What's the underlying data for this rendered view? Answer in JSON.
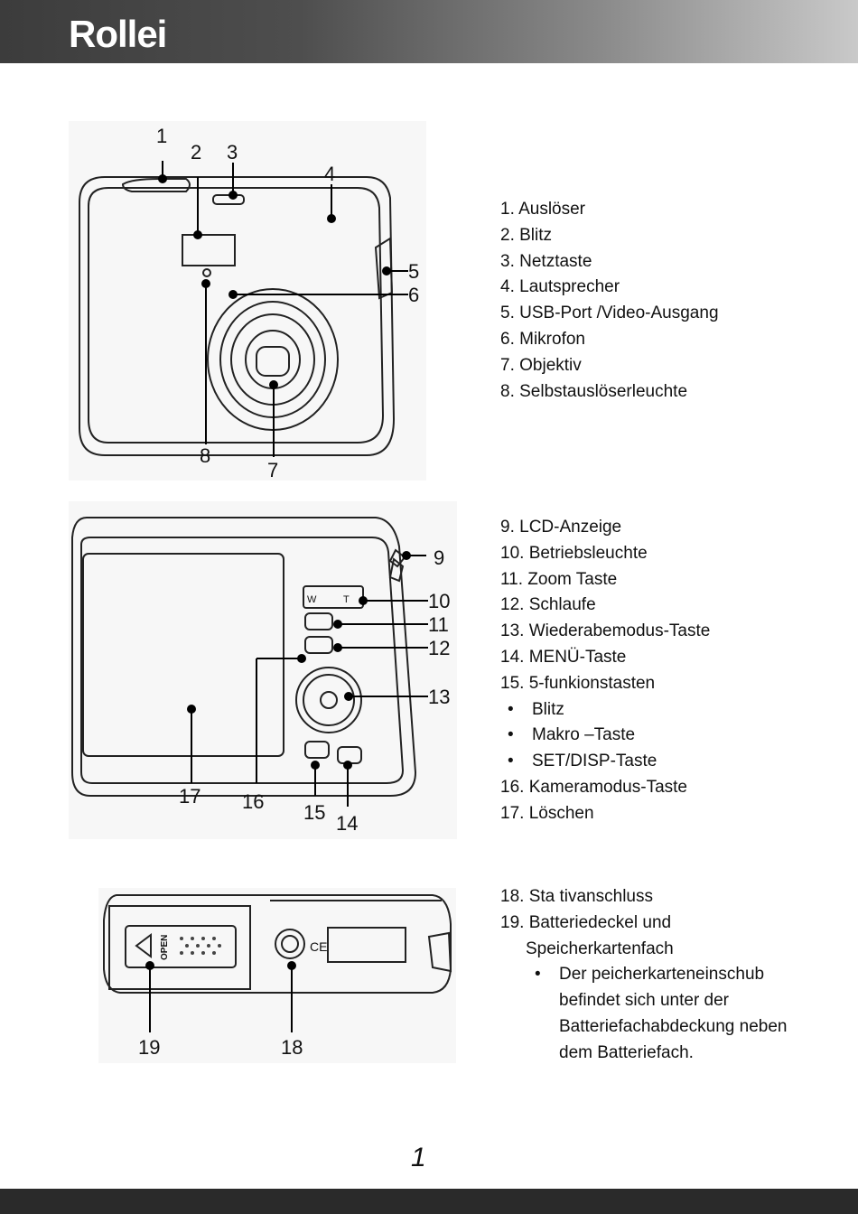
{
  "header": {
    "brand": "Rollei"
  },
  "figure1": {
    "callouts": [
      "1",
      "2",
      "3",
      "4",
      "5",
      "6",
      "7",
      "8"
    ]
  },
  "figure2": {
    "callouts": [
      "9",
      "10",
      "11",
      "12",
      "13",
      "14",
      "15",
      "16",
      "17"
    ],
    "zoom_w": "W",
    "zoom_t": "T"
  },
  "figure3": {
    "callouts": [
      "18",
      "19"
    ],
    "open_label": "OPEN",
    "ce_mark": "CE"
  },
  "list1": [
    "1. Auslöser",
    "2. Blitz",
    "3. Netztaste",
    "4. Lautsprecher",
    "5. USB-Port /Video-Ausgang",
    "6. Mikrofon",
    "7. Objektiv",
    "8. Selbstauslöserleuchte"
  ],
  "list2": [
    "9. LCD-Anzeige",
    "10. Betriebsleuchte",
    "11. Zoom Taste",
    "12. Schlaufe",
    "13. Wiederabemodus-Taste",
    "14. MENÜ-Taste",
    "15. 5-funkionstasten",
    "Blitz",
    "Makro –Taste",
    "SET/DISP-Taste",
    "16. Kameramodus-Taste",
    "17. Löschen"
  ],
  "list3": [
    "18. Sta tivanschluss",
    "19. Batteriedeckel und",
    "Speicherkartenfach",
    "Der peicherkarteneinschub",
    "befindet sich unter der",
    "Batteriefachabdeckung neben",
    "dem Batteriefach."
  ],
  "footer": {
    "page_number": "1"
  }
}
